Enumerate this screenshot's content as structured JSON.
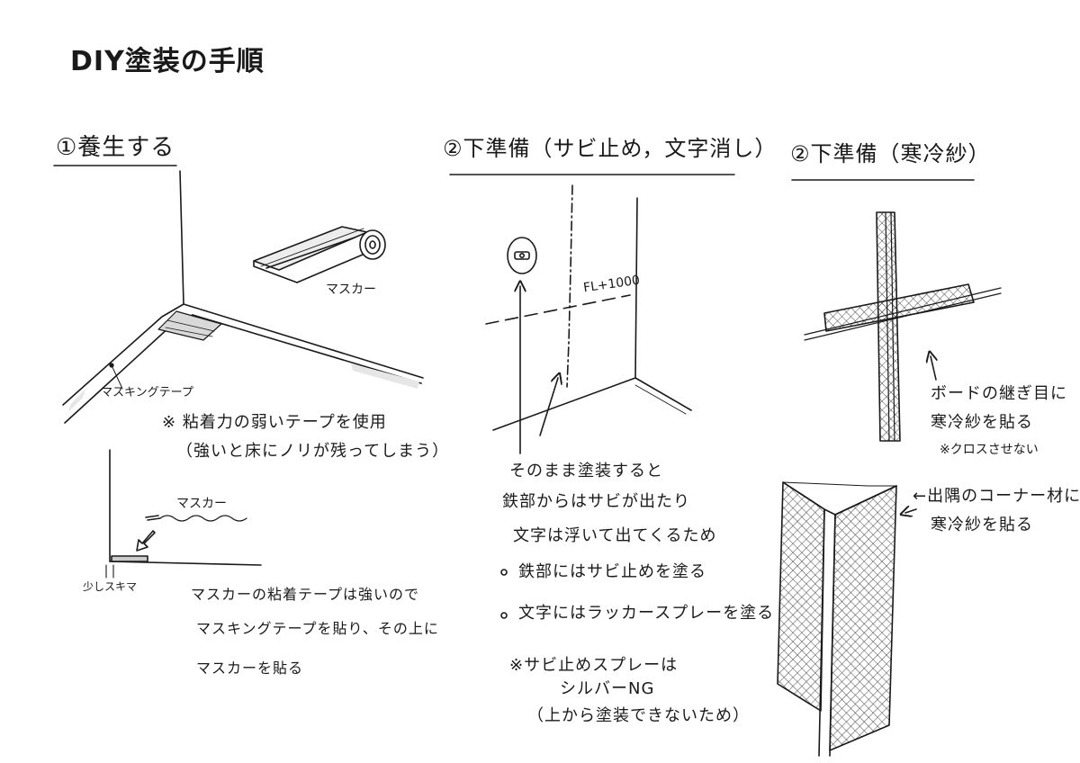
{
  "title": "DIY塗装の手順",
  "sections": {
    "step1": {
      "heading": "①養生する",
      "masker_label": "マスカー",
      "tape_label": "マスキングテープ",
      "note_line1": "※ 粘着力の弱いテープを使用",
      "note_line2": "（強いと床にノリが残ってしまう）",
      "masker_label2": "マスカー",
      "gap_label": "少しスキマ",
      "desc_line1": "マスカーの粘着テープは強いので",
      "desc_line2": "マスキングテープを貼り、その上に",
      "desc_line3": "マスカーを貼る"
    },
    "step2a": {
      "heading": "②下準備（サビ止め，文字消し）",
      "fl_label": "FL+1000",
      "desc_line1": "そのまま塗装すると",
      "desc_line2": "鉄部からはサビが出たり",
      "desc_line3": "文字は浮いて出てくるため",
      "bullet1": "鉄部にはサビ止めを塗る",
      "bullet2": "文字にはラッカースプレーを塗る",
      "note_line1": "※サビ止めスプレーは",
      "note_line2": "シルバーNG",
      "note_line3": "（上から塗装できないため）"
    },
    "step2b": {
      "heading": "②下準備（寒冷紗）",
      "desc_line1": "ボードの継ぎ目に",
      "desc_line2": "寒冷紗を貼る",
      "desc_line3": "※クロスさせない",
      "corner_line1": "←出隅のコーナー材に",
      "corner_line2": "寒冷紗を貼る"
    }
  }
}
